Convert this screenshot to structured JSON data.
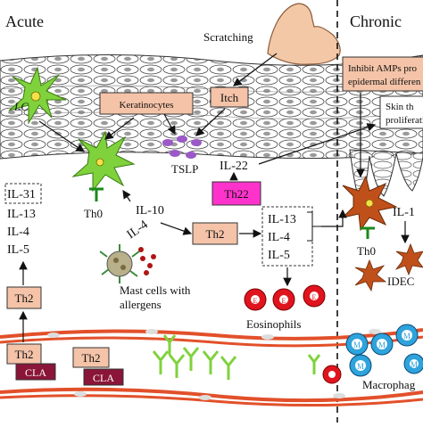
{
  "sections": {
    "acute": "Acute",
    "chronic": "Chronic"
  },
  "labels": {
    "scratching": "Scratching",
    "lc": "LC",
    "keratinocytes": "Keratinocytes",
    "itch": "Itch",
    "inhibit_amps_1": "Inhibit AMPs pro",
    "inhibit_amps_2": "epidermal differen",
    "skin_thickening_1": "Skin th",
    "skin_thickening_2": "proliferati",
    "tslp": "TSLP",
    "il22": "IL-22",
    "th22": "Th22",
    "th0_left": "Th0",
    "th0_right": "Th0",
    "il10": "IL-10",
    "il4_mid": "IL-4",
    "th2_mid": "Th2",
    "il31": "IL-31",
    "il13_left": "IL-13",
    "il4_left": "IL-4",
    "il5_left": "IL-5",
    "il13_right": "IL-13",
    "il4_right": "IL-4",
    "il5_right": "IL-5",
    "il1_partial": "IL-1",
    "mast_1": "Mast cells with",
    "mast_2": "allergens",
    "eosinophils": "Eosinophils",
    "eos_cell": "E",
    "idec": "IDEC",
    "th2_left": "Th2",
    "th2_vessel_1": "Th2",
    "th2_vessel_2": "Th2",
    "cla_1": "CLA",
    "cla_2": "CLA",
    "macrophages": "Macrophag",
    "mac_cell": "M"
  },
  "colors": {
    "skin_box": "#f4c3a8",
    "th22": "#ff33cc",
    "cla": "#8a1538",
    "vessel_cell": "#e2502a",
    "langerhans": "#7fd23c",
    "eosinophil": "#e0141e",
    "macrophage": "#2ea3dc",
    "idec": "#c0501a",
    "tslp_dot": "#9b59c8",
    "skin_finger": "#f3c8a6"
  }
}
